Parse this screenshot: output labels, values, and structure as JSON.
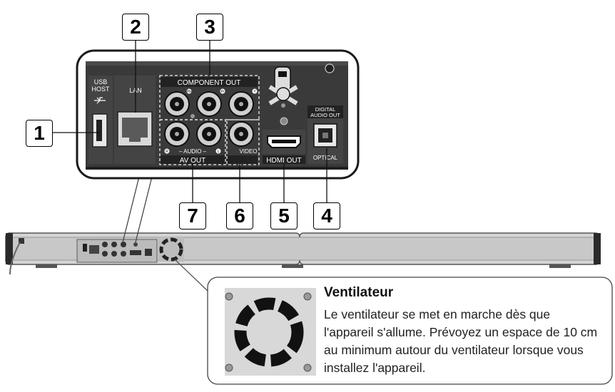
{
  "callouts": [
    "1",
    "2",
    "3",
    "4",
    "5",
    "6",
    "7"
  ],
  "ports": {
    "usb": "USB\nHOST",
    "lan": "LAN",
    "component_out": "COMPONENT OUT",
    "component_pb": "Pb",
    "component_pr": "Pr",
    "component_y": "Y",
    "audio": "– AUDIO –",
    "audio_r": "R",
    "audio_l": "L",
    "av_out": "AV OUT",
    "video": "VIDEO",
    "hdmi_out": "HDMI OUT",
    "digital_audio_out": "DIGITAL\nAUDIO OUT",
    "optical": "OPTICAL"
  },
  "info": {
    "title": "Ventilateur",
    "body": "Le ventilateur se met en marche dès que l'appareil s'allume. Prévoyez un espace de 10 cm au minimum autour du ventilateur lorsque vous installez l'appareil."
  },
  "colors": {
    "panel": "#3a3a3a",
    "outline": "#1a1a1a",
    "label_bar": "#2b2b2b"
  }
}
